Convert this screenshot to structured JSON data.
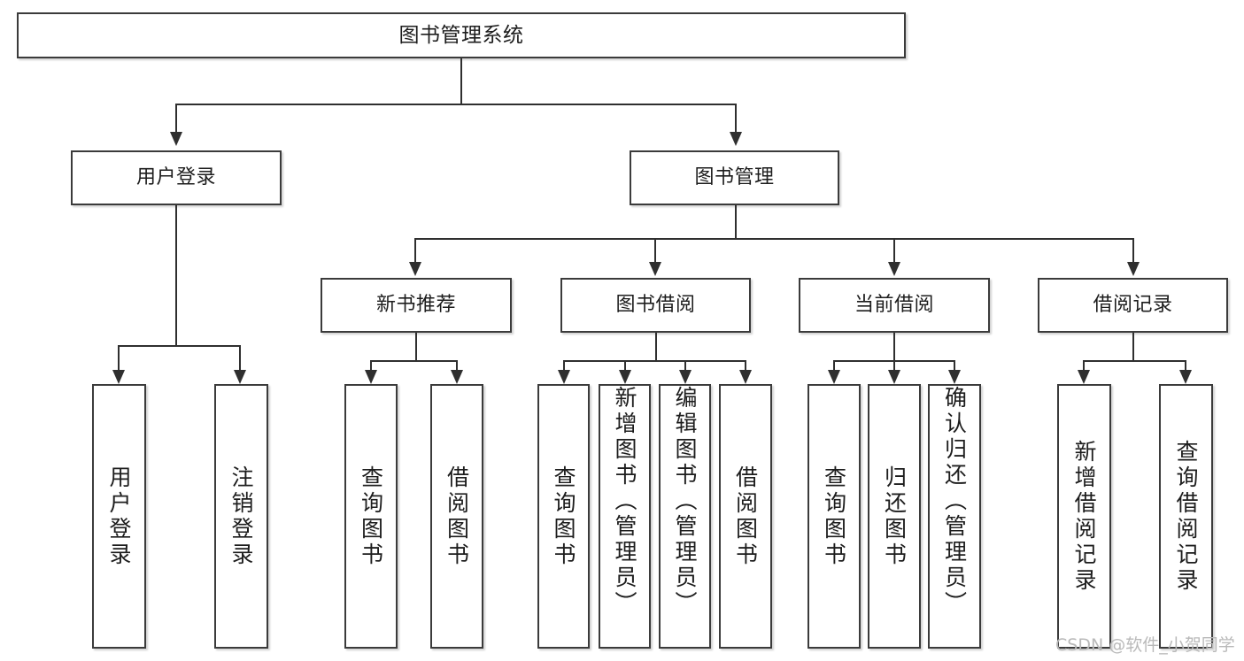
{
  "diagram": {
    "title": "图书管理系统",
    "type": "功能结构图",
    "root": {
      "id": "root",
      "label": "图书管理系统"
    },
    "level2": [
      {
        "id": "user-login",
        "label": "用户登录"
      },
      {
        "id": "book-manage",
        "label": "图书管理"
      }
    ],
    "level3": [
      {
        "id": "new-book-recommend",
        "label": "新书推荐",
        "parent": "book-manage"
      },
      {
        "id": "book-borrow",
        "label": "图书借阅",
        "parent": "book-manage"
      },
      {
        "id": "current-borrow",
        "label": "当前借阅",
        "parent": "book-manage"
      },
      {
        "id": "borrow-record",
        "label": "借阅记录",
        "parent": "book-manage"
      }
    ],
    "leaves": [
      {
        "id": "leaf-user-login",
        "label": "用户登录",
        "parent": "user-login"
      },
      {
        "id": "leaf-logout",
        "label": "注销登录",
        "parent": "user-login"
      },
      {
        "id": "leaf-query-book-1",
        "label": "查询图书",
        "parent": "new-book-recommend"
      },
      {
        "id": "leaf-borrow-book-1",
        "label": "借阅图书",
        "parent": "new-book-recommend"
      },
      {
        "id": "leaf-query-book-2",
        "label": "查询图书",
        "parent": "book-borrow"
      },
      {
        "id": "leaf-add-book",
        "label": "新增图书（管理员）",
        "parent": "book-borrow"
      },
      {
        "id": "leaf-edit-book",
        "label": "编辑图书（管理员）",
        "parent": "book-borrow"
      },
      {
        "id": "leaf-borrow-book-2",
        "label": "借阅图书",
        "parent": "book-borrow"
      },
      {
        "id": "leaf-query-book-3",
        "label": "查询图书",
        "parent": "current-borrow"
      },
      {
        "id": "leaf-return-book",
        "label": "归还图书",
        "parent": "current-borrow"
      },
      {
        "id": "leaf-confirm-return",
        "label": "确认归还（管理员）",
        "parent": "current-borrow"
      },
      {
        "id": "leaf-add-record",
        "label": "新增借阅记录",
        "parent": "borrow-record"
      },
      {
        "id": "leaf-query-record",
        "label": "查询借阅记录",
        "parent": "borrow-record"
      }
    ]
  },
  "watermark": {
    "text": "CSDN @软件_小贺同学"
  },
  "colors": {
    "box_border": "#3b3b3b",
    "connector": "#2f2f2f",
    "text": "#1d1d1d",
    "background": "#ffffff",
    "watermark": "#b9b9b9"
  }
}
